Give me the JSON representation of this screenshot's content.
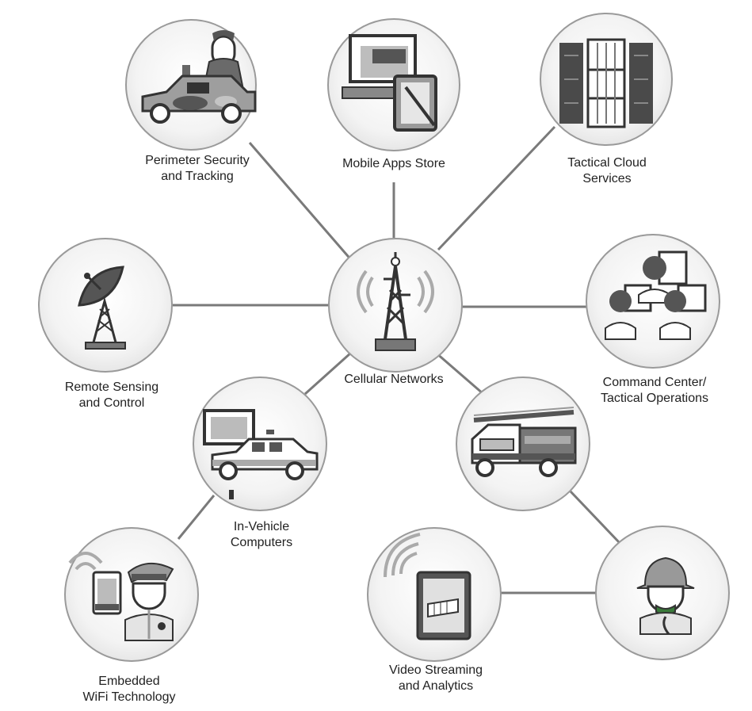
{
  "diagram": {
    "hub": {
      "label": "Cellular Networks",
      "icon": "cell-tower-icon"
    },
    "nodes": [
      {
        "id": "perimeter",
        "lines": [
          "Perimeter Security",
          "and Tracking"
        ],
        "icon": "military-vehicle-soldier-icon"
      },
      {
        "id": "apps",
        "lines": [
          "Mobile Apps Store"
        ],
        "icon": "computer-tablet-icon"
      },
      {
        "id": "cloud",
        "lines": [
          "Tactical Cloud",
          "Services"
        ],
        "icon": "server-racks-icon"
      },
      {
        "id": "remote",
        "lines": [
          "Remote Sensing",
          "and Control"
        ],
        "icon": "satellite-dish-tower-icon"
      },
      {
        "id": "command",
        "lines": [
          "Command Center/",
          "Tactical Operations"
        ],
        "icon": "operators-at-monitors-icon"
      },
      {
        "id": "invehicle",
        "lines": [
          "In-Vehicle",
          "Computers"
        ],
        "icon": "police-car-laptop-icon"
      },
      {
        "id": "firetruck",
        "lines": [],
        "icon": "fire-truck-icon"
      },
      {
        "id": "wifi",
        "lines": [
          "Embedded",
          "WiFi Technology"
        ],
        "icon": "police-officer-phone-icon"
      },
      {
        "id": "video",
        "lines": [
          "Video Streaming",
          "and Analytics"
        ],
        "icon": "tablet-video-icon"
      },
      {
        "id": "firefighter",
        "lines": [],
        "icon": "firefighter-icon"
      }
    ]
  }
}
